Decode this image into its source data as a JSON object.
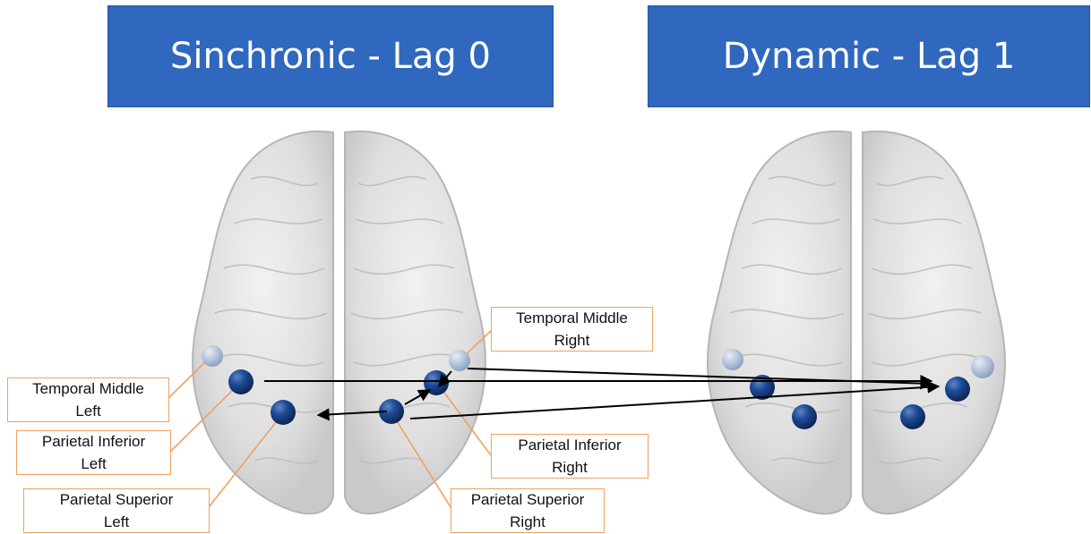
{
  "panels": {
    "left_title": "Sinchronic - Lag 0",
    "right_title": "Dynamic - Lag 1"
  },
  "labels": {
    "temporal_middle_left": {
      "line1": "Temporal Middle",
      "line2": "Left"
    },
    "parietal_inferior_left": {
      "line1": "Parietal Inferior",
      "line2": "Left"
    },
    "parietal_superior_left": {
      "line1": "Parietal Superior",
      "line2": "Left"
    },
    "temporal_middle_right": {
      "line1": "Temporal Middle",
      "line2": "Right"
    },
    "parietal_inferior_right": {
      "line1": "Parietal Inferior",
      "line2": "Right"
    },
    "parietal_superior_right": {
      "line1": "Parietal Superior",
      "line2": "Right"
    }
  },
  "colors": {
    "banner": "#2f68be",
    "node": "#1a3f86",
    "node_faded": "#b8c6dc",
    "label_border": "#f0a060",
    "arrow": "#000000"
  }
}
